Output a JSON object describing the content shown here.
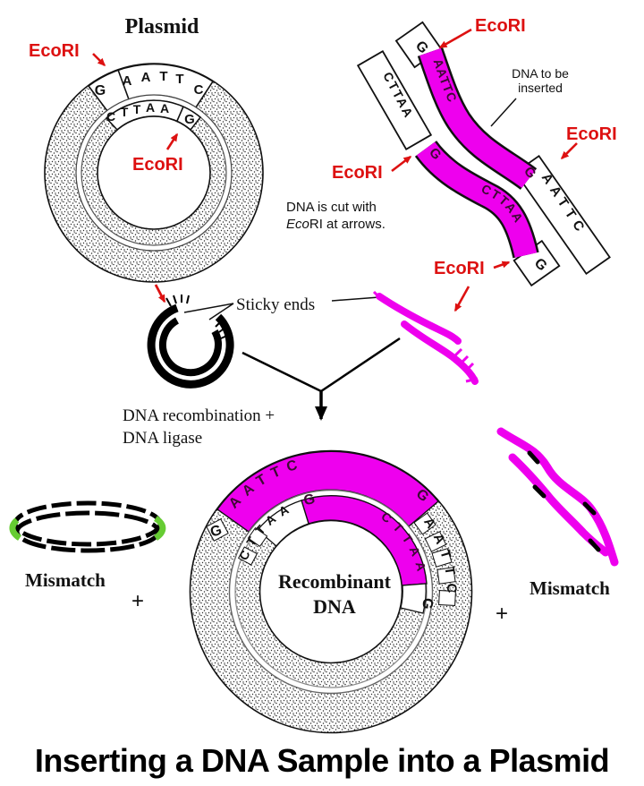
{
  "colors": {
    "magenta": "#EE00EE",
    "red": "#DD1111",
    "green": "#66CC33",
    "black": "#000000",
    "letter_on_magenta": "#3D0A33"
  },
  "top_left": {
    "title": "Plasmid",
    "ecori_outer": "EcoRI",
    "ecori_inner": "EcoRI",
    "outer_seq": {
      "g": "G",
      "rest": "AATTC"
    },
    "inner_seq": {
      "rest": "CTTAA",
      "g": "G"
    }
  },
  "insert": {
    "note_line1": "DNA to be",
    "note_line2": "inserted",
    "ecori_top": "EcoRI",
    "ecori_right": "EcoRI",
    "ecori_left": "EcoRI",
    "ecori_bottom": "EcoRI",
    "top_strand": {
      "left_g": "G",
      "mid": "AATTC",
      "mid_g": "G",
      "right": "AATTC"
    },
    "bottom_strand": {
      "left": "CTTAA",
      "mid_g": "G",
      "mid": "CTTAA",
      "right_g": "G"
    }
  },
  "middle": {
    "cut_line1": "DNA is cut with",
    "cut_line2_italic": "Eco",
    "cut_line2_rest": "RI at arrows.",
    "sticky": "Sticky ends",
    "recomb_line1": "DNA recombination +",
    "recomb_line2": "DNA ligase"
  },
  "recombinant": {
    "label1": "Recombinant",
    "label2": "DNA",
    "outer": {
      "left_g": "G",
      "seq": "AATTC",
      "right_g": "G",
      "right_seq": "AATTC"
    },
    "inner": {
      "left_seq": "CTTAA",
      "top_g": "G",
      "seq": "CTTAA",
      "bottom_g": "G"
    }
  },
  "mismatch_left": {
    "label": "Mismatch",
    "plus": "+"
  },
  "mismatch_right": {
    "label": "Mismatch",
    "plus": "+"
  },
  "footer": {
    "title": "Inserting a DNA Sample into a Plasmid"
  }
}
